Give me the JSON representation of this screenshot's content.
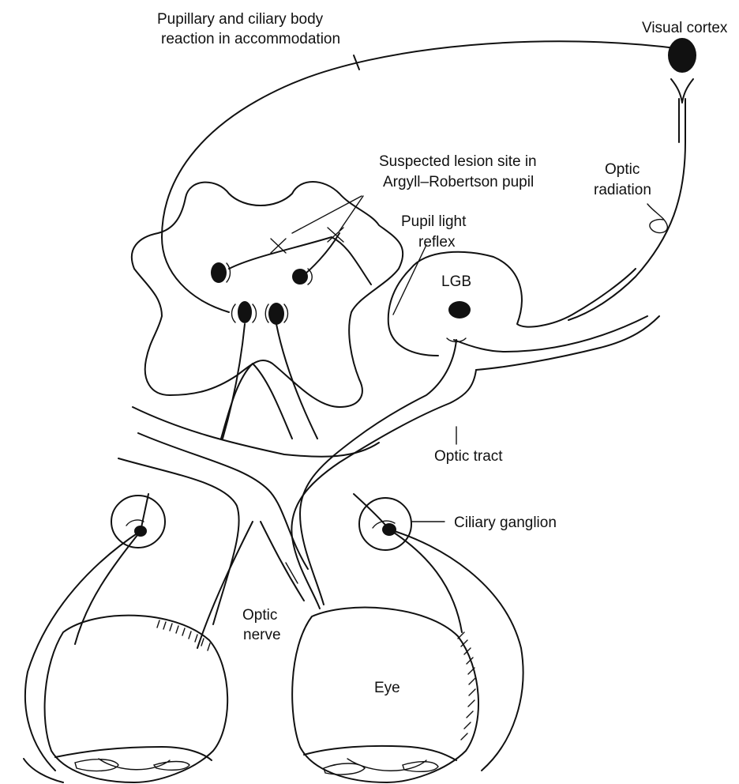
{
  "labels": {
    "accommodation_line1": "Pupillary and ciliary body",
    "accommodation_line2": "reaction in accommodation",
    "visual_cortex": "Visual cortex",
    "lesion_line1": "Suspected lesion site in",
    "lesion_line2": "Argyll–Robertson pupil",
    "optic_radiation_line1": "Optic",
    "optic_radiation_line2": "radiation",
    "pupil_reflex_line1": "Pupil light",
    "pupil_reflex_line2": "reflex",
    "lgb": "LGB",
    "optic_tract": "Optic tract",
    "ciliary_ganglion": "Ciliary ganglion",
    "optic_nerve_line1": "Optic",
    "optic_nerve_line2": "nerve",
    "eye": "Eye"
  },
  "colors": {
    "ink": "#111111",
    "background": "#ffffff"
  }
}
